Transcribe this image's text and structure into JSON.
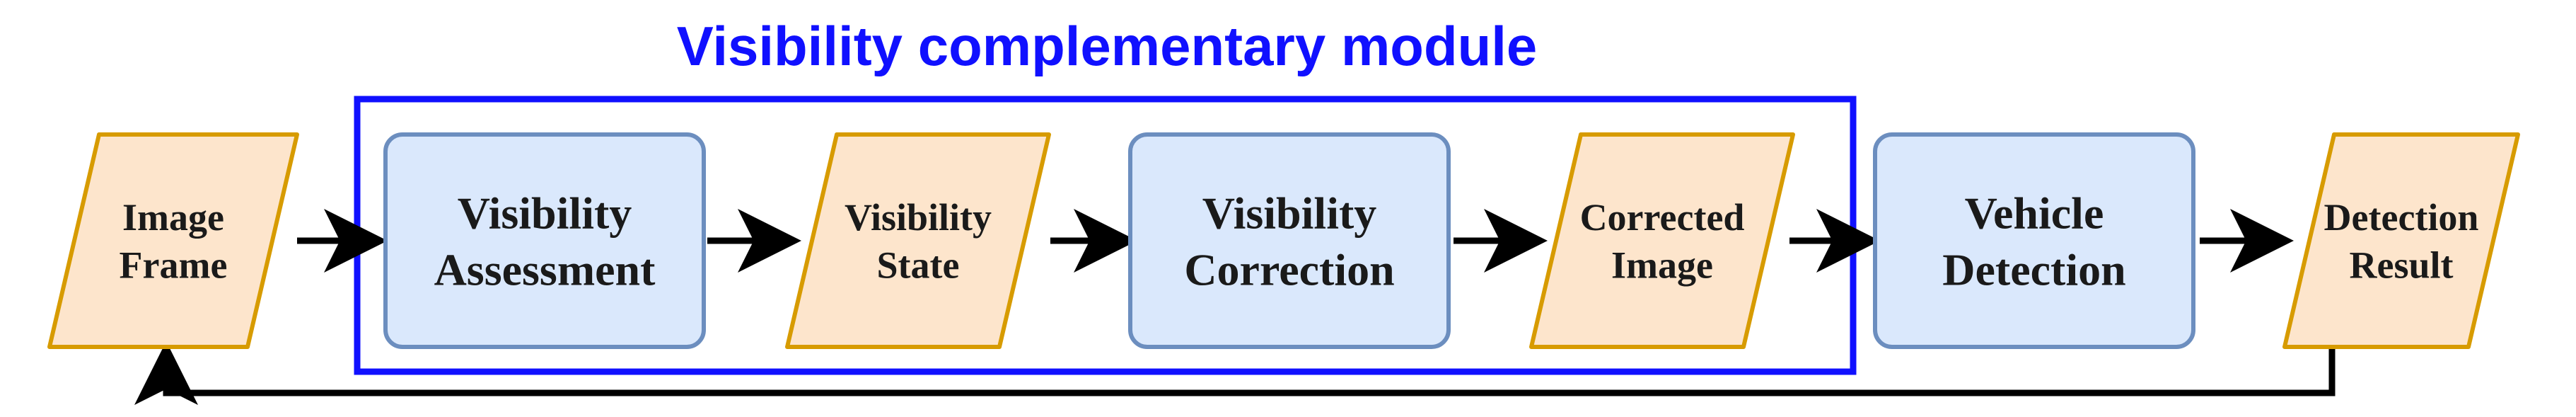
{
  "module": {
    "title": "Visibility complementary module"
  },
  "nodes": [
    {
      "id": "image-frame",
      "shape": "parallelogram",
      "lines": [
        "Image",
        "Frame"
      ]
    },
    {
      "id": "visibility-assessment",
      "shape": "process",
      "lines": [
        "Visibility",
        "Assessment"
      ]
    },
    {
      "id": "visibility-state",
      "shape": "parallelogram",
      "lines": [
        "Visibility",
        "State"
      ]
    },
    {
      "id": "visibility-correction",
      "shape": "process",
      "lines": [
        "Visibility",
        "Correction"
      ]
    },
    {
      "id": "corrected-image",
      "shape": "parallelogram",
      "lines": [
        "Corrected",
        "Image"
      ]
    },
    {
      "id": "vehicle-detection",
      "shape": "process",
      "lines": [
        "Vehicle",
        "Detection"
      ]
    },
    {
      "id": "detection-result",
      "shape": "parallelogram",
      "lines": [
        "Detection",
        "Result"
      ]
    }
  ],
  "edges": [
    {
      "from": "image-frame",
      "to": "visibility-assessment"
    },
    {
      "from": "visibility-assessment",
      "to": "visibility-state"
    },
    {
      "from": "visibility-state",
      "to": "visibility-correction"
    },
    {
      "from": "visibility-correction",
      "to": "corrected-image"
    },
    {
      "from": "corrected-image",
      "to": "vehicle-detection"
    },
    {
      "from": "vehicle-detection",
      "to": "detection-result"
    },
    {
      "from": "detection-result",
      "to": "image-frame",
      "type": "feedback"
    }
  ],
  "colors": {
    "io_fill": "#fde5cc",
    "io_stroke": "#d79b00",
    "process_fill": "#dae8fc",
    "process_stroke": "#6c8ebf",
    "module_border": "#1010ff",
    "module_title": "#1010ff",
    "arrow": "#000000"
  }
}
